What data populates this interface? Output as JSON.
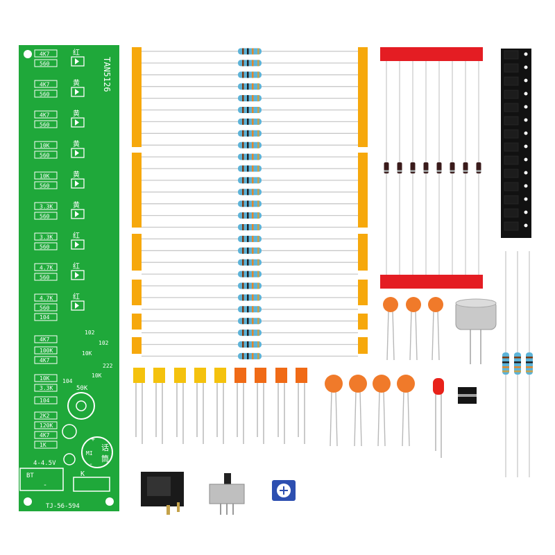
{
  "pcb": {
    "board_code": "TAN5126",
    "model_text": "TJ-56-594",
    "bt_label": "BT",
    "voltage_label": "4-4.5V",
    "switch_label": "K",
    "mic_label": "MI",
    "mic_chars": [
      "话",
      "筒"
    ],
    "pot_label": "50K",
    "plus_sign": "+",
    "minus_sign": "-",
    "led_rows": [
      {
        "r1": "4K7",
        "r2": "560",
        "color": "红"
      },
      {
        "r1": "4K7",
        "r2": "560",
        "color": "黄"
      },
      {
        "r1": "4K7",
        "r2": "560",
        "color": "黄"
      },
      {
        "r1": "10K",
        "r2": "560",
        "color": "黄"
      },
      {
        "r1": "10K",
        "r2": "560",
        "color": "黄"
      },
      {
        "r1": "3.3K",
        "r2": "560",
        "color": "黄"
      },
      {
        "r1": "3.3K",
        "r2": "560",
        "color": "红"
      },
      {
        "r1": "4.7K",
        "r2": "560",
        "color": "红"
      },
      {
        "r1": "4.7K",
        "r2": "560",
        "color": "红"
      }
    ],
    "lower_labels": [
      "104",
      "4K7",
      "100K",
      "4K7",
      "10K",
      "3.3K",
      "104",
      "2K2",
      "120K",
      "4K7",
      "1K"
    ],
    "cap_labels": [
      "102",
      "102",
      "10K",
      "222",
      "10K",
      "104"
    ]
  },
  "colors": {
    "pcb_green": "#1fa83a",
    "tape_orange": "#f6a80c",
    "tape_red": "#e41d23",
    "yellow_led": "#f4c20d",
    "orange_led": "#f06a16",
    "ceramic_cap": "#f07a2a",
    "resistor_body": "#5cb3d8"
  },
  "counts": {
    "taped_resistors": 27,
    "diodes": 8,
    "yellow_leds": 5,
    "orange_leds": 4,
    "ceramic_caps": 7,
    "loose_resistors": 3
  }
}
